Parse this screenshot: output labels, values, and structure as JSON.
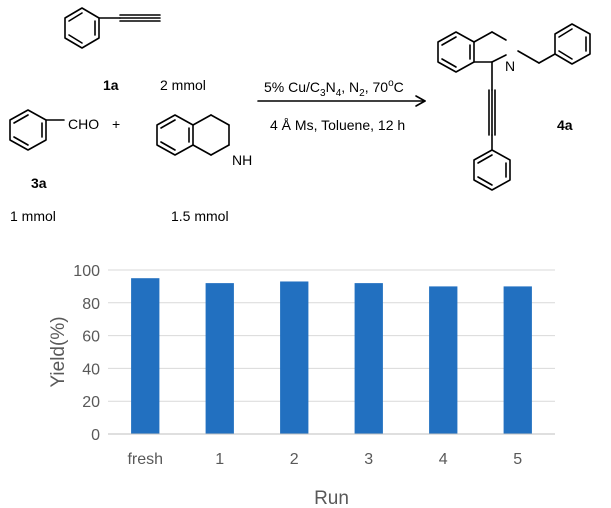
{
  "scheme": {
    "reactant_1a": {
      "id": "1a",
      "amount": "2 mmol"
    },
    "reactant_3a": {
      "id": "3a",
      "group": "CHO",
      "amount": "1 mmol"
    },
    "plus_sign": "+",
    "amine": {
      "group": "NH",
      "amount": "1.5 mmol"
    },
    "conditions_line1": {
      "pre": "5% Cu/C",
      "sub1": "3",
      "mid1": "N",
      "sub2": "4",
      "mid2": ", N",
      "sub3": "2",
      "mid3": ", 70",
      "sup1": "o",
      "post": "C"
    },
    "conditions_line2": "4 Å Ms, Toluene, 12 h",
    "product": {
      "id": "4a",
      "atom_n": "N"
    }
  },
  "chart_data": {
    "type": "bar",
    "categories": [
      "fresh",
      "1",
      "2",
      "3",
      "4",
      "5"
    ],
    "values": [
      95,
      92,
      93,
      92,
      90,
      90
    ],
    "title": "",
    "xlabel": "Run",
    "ylabel": "Yield(%)",
    "ylim": [
      0,
      100
    ],
    "yticks": [
      0,
      20,
      40,
      60,
      80,
      100
    ],
    "bar_color": "#2270c0",
    "grid": true,
    "grid_color": "#d9d9d9"
  }
}
